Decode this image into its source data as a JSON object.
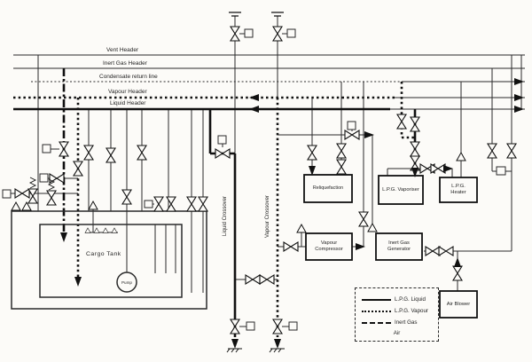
{
  "headers": {
    "vent": "Vent Header",
    "inert_gas": "Inert Gas Header",
    "condensate": "Condensate return line",
    "vapour": "Vapour Header",
    "liquid": "Liquid Header"
  },
  "crossovers": {
    "liquid": "Liquid Crossover",
    "vapour": "Vapour Crossover"
  },
  "equipment": {
    "cargo_tank": "Cargo Tank",
    "pump": "Pump",
    "reliquefaction": "Reliquefaction",
    "vaporiser": "L.P.G. Vaporiser",
    "heater": "L.P.G. Heater",
    "compressor": "Vapour Compressor",
    "generator": "Inert Gas Generator",
    "air_blower": "Air Blower"
  },
  "legend": {
    "items": [
      {
        "label": "L.P.G. Liquid",
        "style": "solid"
      },
      {
        "label": "L.P.G. Vapour",
        "style": "dotted"
      },
      {
        "label": "Inert Gas",
        "style": "dashdot"
      },
      {
        "label": "Air",
        "style": "plain"
      }
    ]
  },
  "icons": {
    "valve": "bowtie-gate-valve",
    "actuator": "square-actuator",
    "relief_valve": "spring-relief-valve",
    "check": "open-triangle",
    "flow_arrow": "filled-triangle",
    "vent_mast": "double-bar-mast",
    "ground": "hatched-shore-connection",
    "pump": "circle",
    "spray": "spray-nozzle"
  },
  "colors": {
    "ink": "#1f1f1f",
    "paper": "#fcfbf8"
  }
}
